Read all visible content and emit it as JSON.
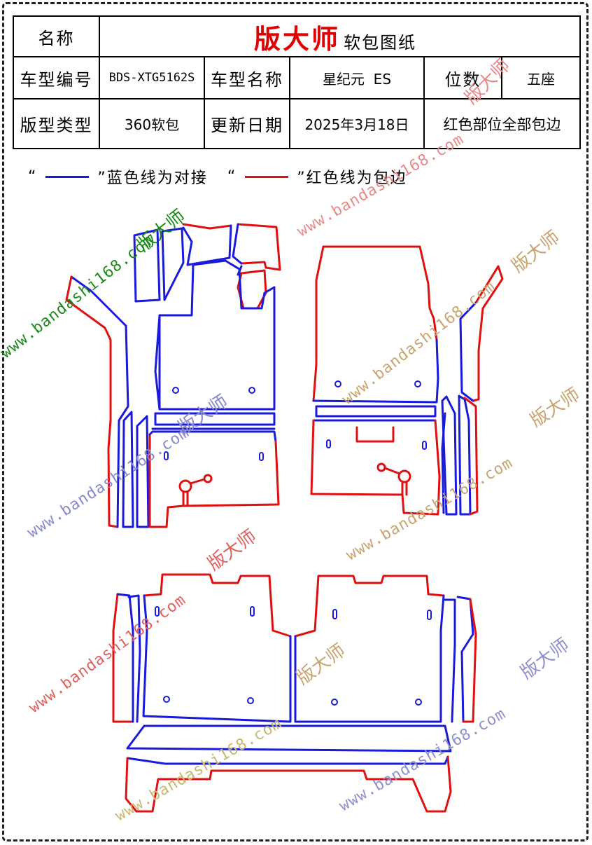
{
  "header": {
    "name_label": "名称",
    "brand": "版大师",
    "brand_suffix": "软包图纸",
    "model_code_label": "车型编号",
    "model_code": "BDS-XTG5162S",
    "model_name_label": "车型名称",
    "model_name": "星纪元  ES",
    "seats_label": "位数",
    "seats": "五座",
    "pattern_type_label": "版型类型",
    "pattern_type": "360软包",
    "update_date_label": "更新日期",
    "update_date": "2025年3月18日",
    "note": "红色部位全部包边"
  },
  "legend": {
    "blue_quote_open": "“",
    "blue_text": "”蓝色线为对接",
    "red_quote_open": "“",
    "red_text": "”红色线为包边",
    "blue_color": "#1a1adc",
    "red_color": "#e01010"
  },
  "watermark": {
    "url": "www.bandashi168.com",
    "cn": "版大师",
    "colors": [
      "#1a8a1a",
      "#e06060",
      "#8080c8",
      "#c0a060"
    ]
  }
}
